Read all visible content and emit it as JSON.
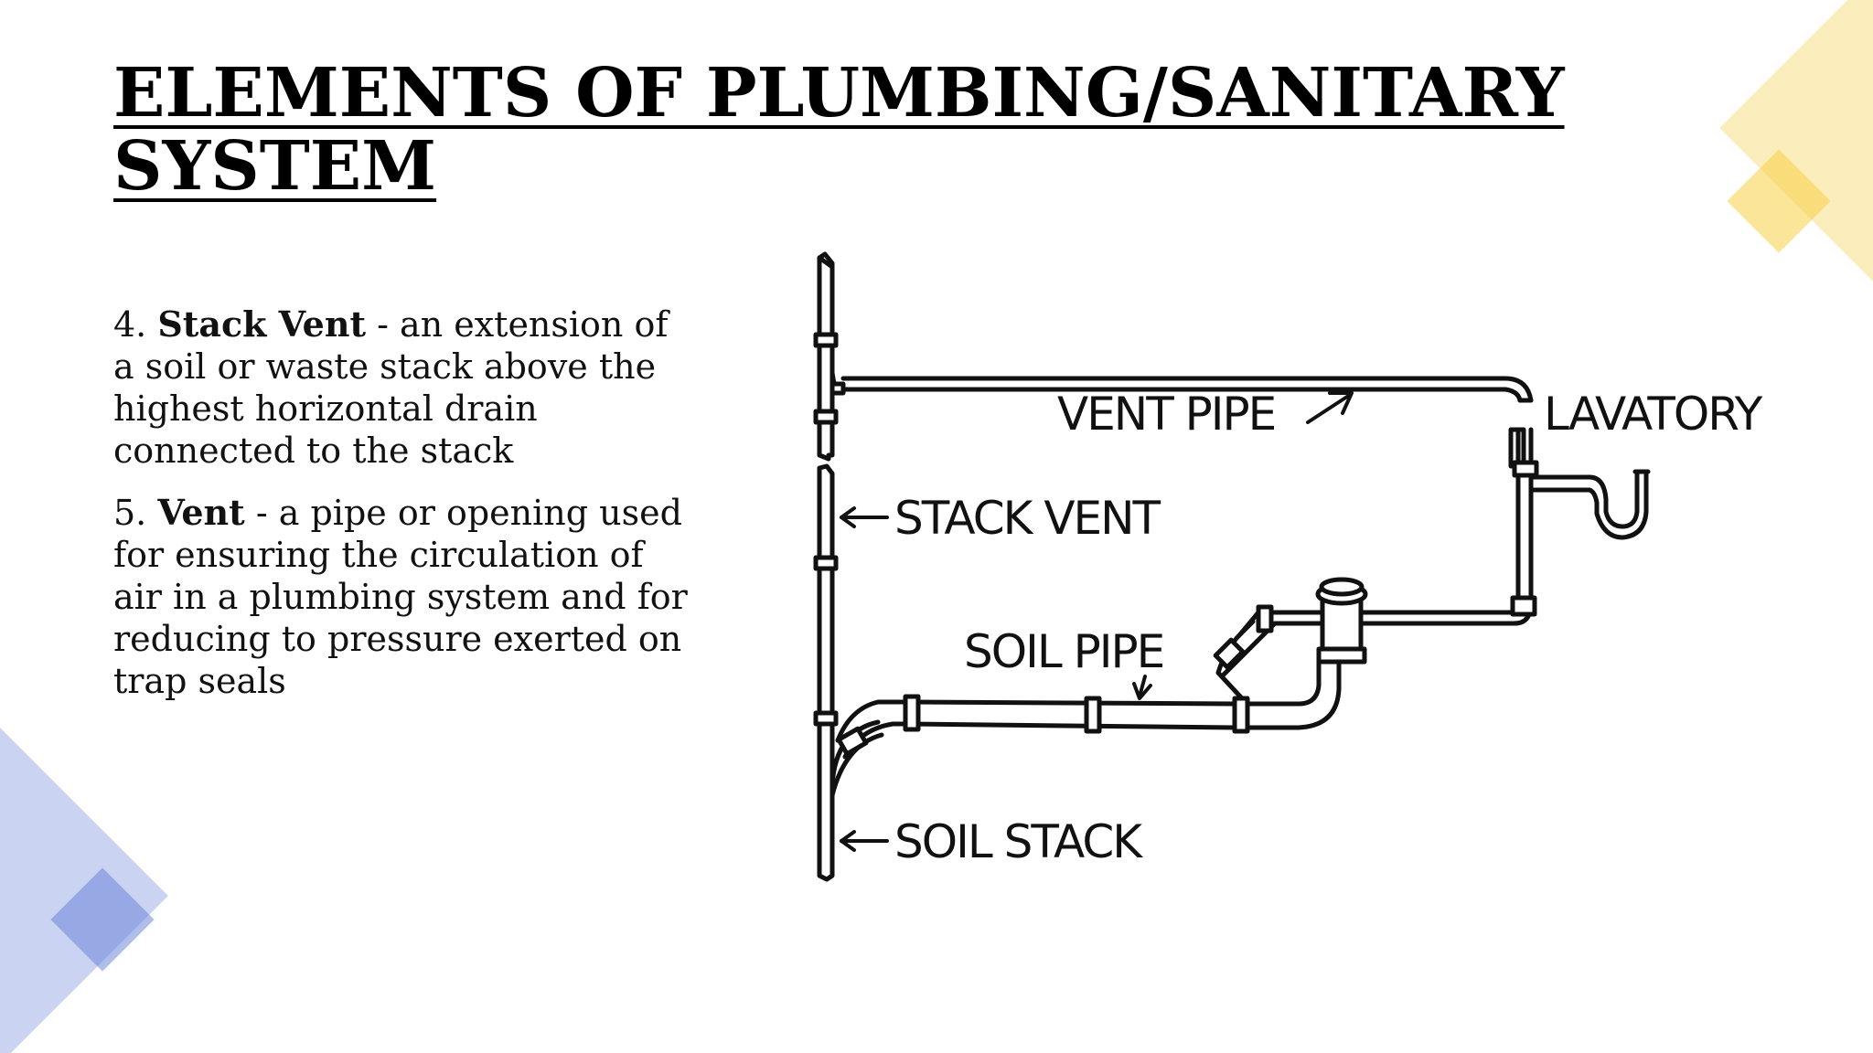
{
  "slide": {
    "title": "ELEMENTS OF PLUMBING/SANITARY SYSTEM",
    "items": [
      {
        "number": "4.",
        "term": "Stack Vent",
        "definition": "- an extension of a soil or waste stack above the highest horizontal drain connected to the stack"
      },
      {
        "number": "5.",
        "term": "Vent",
        "definition": "- a pipe or opening used for ensuring the circulation of air in a plumbing system and for reducing to pressure exerted on trap seals"
      }
    ]
  },
  "diagram": {
    "labels": {
      "vent_pipe": "VENT PIPE",
      "lavatory": "LAVATORY",
      "stack_vent": "STACK VENT",
      "soil_pipe": "SOIL PIPE",
      "soil_stack": "SOIL STACK"
    }
  },
  "colors": {
    "decor_yellow": "#f9d66b",
    "decor_blue": "#8a9ee0",
    "text": "#000000"
  }
}
